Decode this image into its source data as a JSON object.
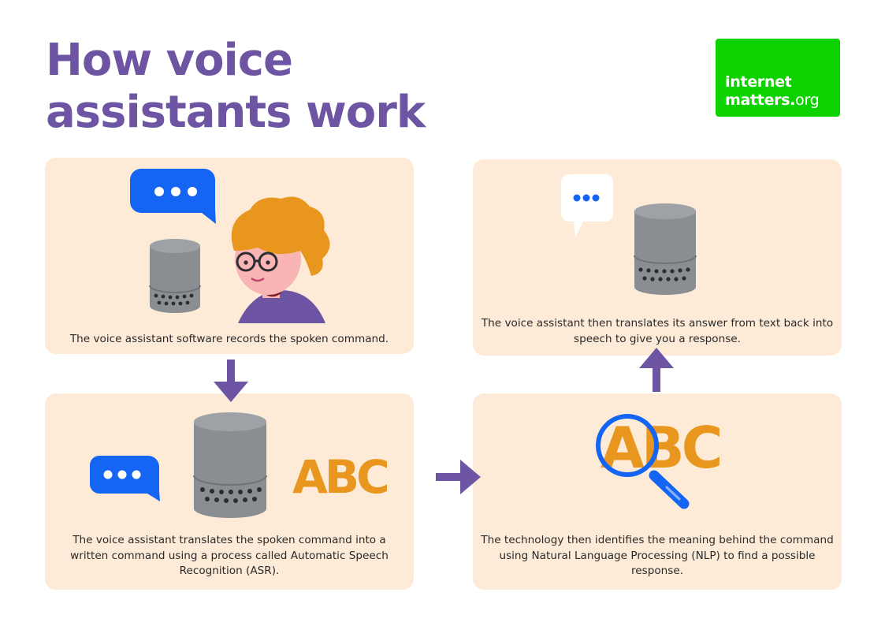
{
  "title": {
    "line1": "How voice",
    "line2": "assistants work"
  },
  "logo": {
    "line1": "internet",
    "line2_main": "matters",
    "line2_dot": ".",
    "line2_suffix": "org"
  },
  "steps": [
    {
      "caption": "The voice assistant software records the spoken command."
    },
    {
      "caption": "The voice assistant translates the spoken command into a written command using a process called Automatic Speech Recognition (ASR).",
      "abc_text": "ABC"
    },
    {
      "caption": "The voice assistant then translates its answer from text back into speech to give you a response."
    },
    {
      "caption": "The technology then identifies the meaning behind the command using Natural Language Processing (NLP) to find a possible response.",
      "abc_text": "ABC"
    }
  ],
  "colors": {
    "title": "#6d55a3",
    "panel": "#fdebd7",
    "arrow": "#6d55a3",
    "logo_bg": "#0ed100",
    "bubble": "#1565f5",
    "abc": "#e8961e",
    "speaker": "#8a8d92"
  },
  "icons": [
    "speech-bubble-icon",
    "smart-speaker-icon",
    "person-icon",
    "magnifying-glass-icon",
    "arrow-down-icon",
    "arrow-right-icon",
    "arrow-up-icon"
  ]
}
